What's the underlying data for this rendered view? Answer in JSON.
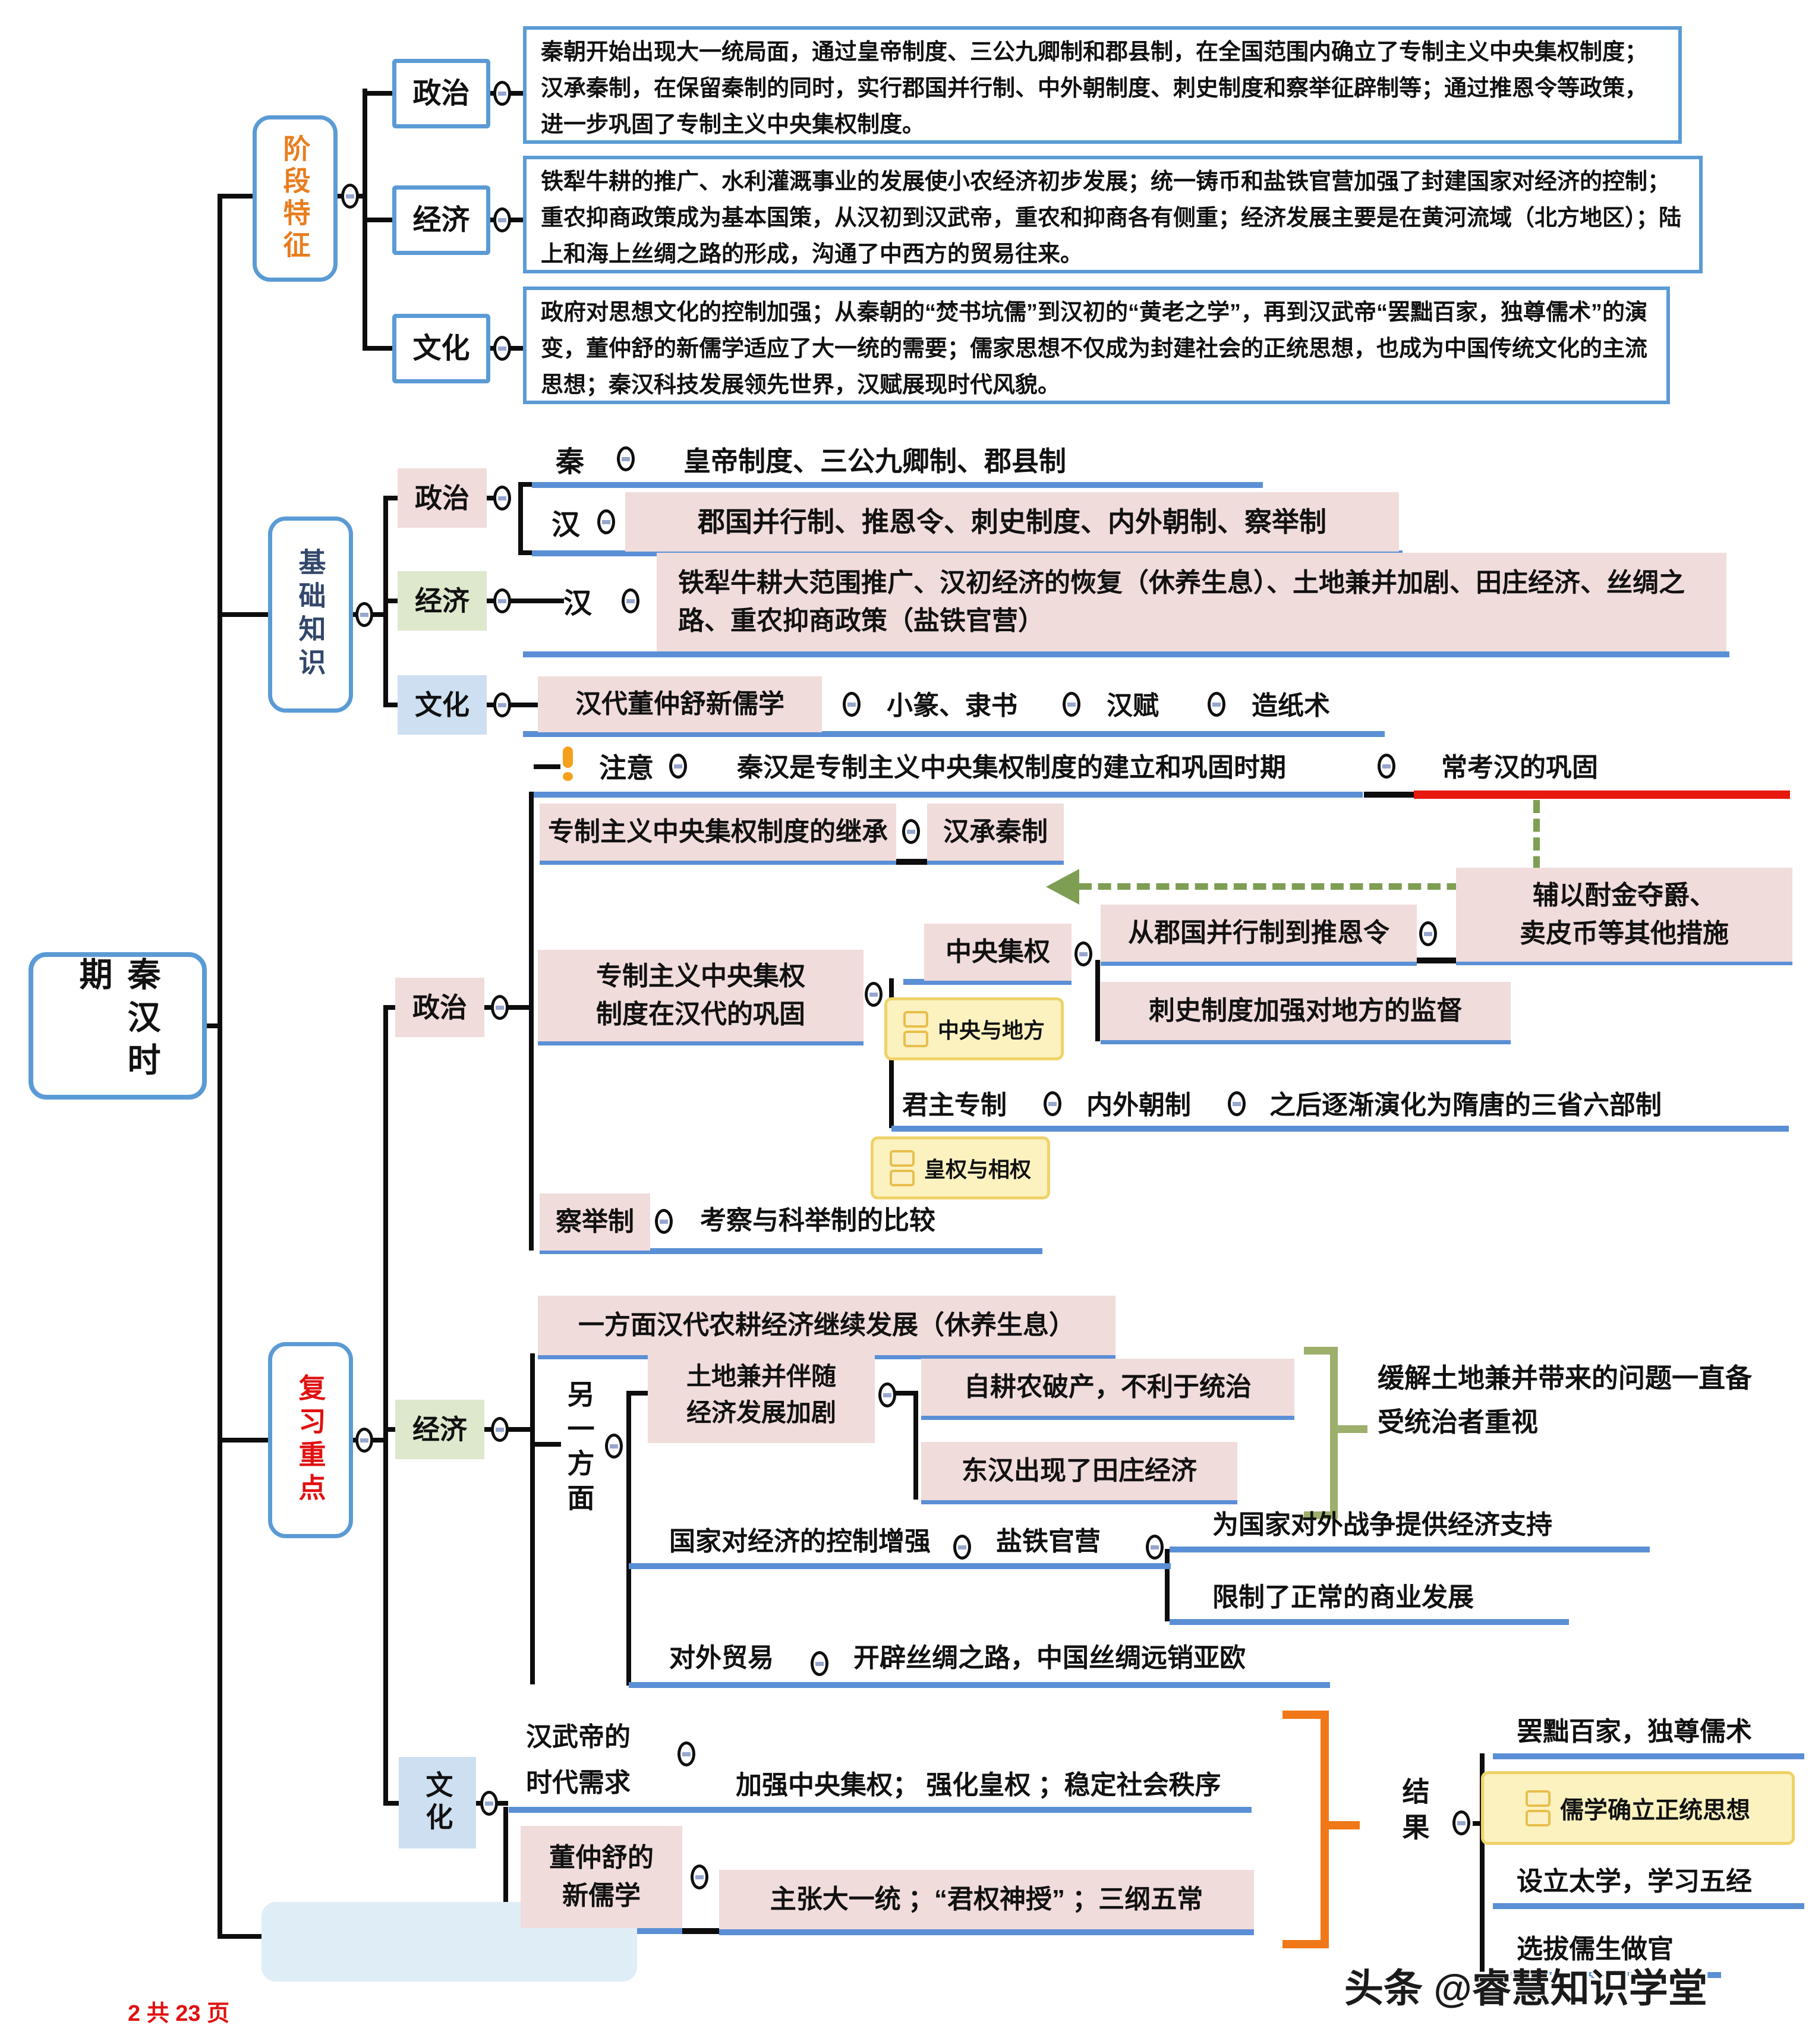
{
  "colors": {
    "node_border_blue": "#5B9BD5",
    "underline_blue": "#5B8FD5",
    "pink_fill": "#F0DCDB",
    "green_fill": "#DDE8CD",
    "lightblue_fill": "#CDDFF1",
    "yellow_callout": "#FBF2C0",
    "orange_accent": "#F07818",
    "red_accent": "#E8190F",
    "olive_green": "#7E9E53",
    "black_line": "#0d0d0d"
  },
  "root": {
    "title": "秦汉时期"
  },
  "footer": {
    "page": "2 共 23 页",
    "watermark": "头条 @睿慧知识学堂"
  },
  "stage": {
    "title": "阶段特征",
    "politics": {
      "label": "政治",
      "desc": "秦朝开始出现大一统局面，通过皇帝制度、三公九卿制和郡县制，在全国范围内确立了专制主义中央集权制度；汉承秦制，在保留秦制的同时，实行郡国并行制、中外朝制度、刺史制度和察举征辟制等；通过推恩令等政策，进一步巩固了专制主义中央集权制度。"
    },
    "economy": {
      "label": "经济",
      "desc": "铁犁牛耕的推广、水利灌溉事业的发展使小农经济初步发展；统一铸币和盐铁官营加强了封建国家对经济的控制；重农抑商政策成为基本国策，从汉初到汉武帝，重农和抑商各有侧重；经济发展主要是在黄河流域（北方地区）；陆上和海上丝绸之路的形成，沟通了中西方的贸易往来。"
    },
    "culture": {
      "label": "文化",
      "desc": "政府对思想文化的控制加强；从秦朝的“焚书坑儒”到汉初的“黄老之学”，再到汉武帝“罢黜百家，独尊儒术”的演变，董仲舒的新儒学适应了大一统的需要；儒家思想不仅成为封建社会的正统思想，也成为中国传统文化的主流思想；秦汉科技发展领先世界，汉赋展现时代风貌。"
    }
  },
  "basics": {
    "title": "基础知识",
    "politics": {
      "label": "政治",
      "qin": {
        "label": "秦",
        "items": "皇帝制度、三公九卿制、郡县制"
      },
      "han": {
        "label": "汉",
        "items": "郡国并行制、推恩令、刺史制度、内外朝制、察举制"
      }
    },
    "economy": {
      "label": "经济",
      "han": {
        "label": "汉",
        "items": "铁犁牛耕大范围推广、汉初经济的恢复（休养生息）、土地兼并加剧、田庄经济、丝绸之路、重农抑商政策（盐铁官营）"
      }
    },
    "culture": {
      "label": "文化",
      "confucian": "汉代董仲舒新儒学",
      "scripts": "小篆、隶书",
      "fu": "汉赋",
      "paper": "造纸术"
    }
  },
  "review": {
    "title": "复习重点",
    "note": {
      "label": "注意",
      "text": "秦汉是专制主义中央集权制度的建立和巩固时期",
      "highlight": "常考汉的巩固"
    },
    "inherit": {
      "label": "专制主义中央集权制度的继承",
      "value": "汉承秦制"
    },
    "politics": {
      "label": "政治",
      "consolidation": "专制主义中央集权\n制度在汉代的巩固",
      "central": {
        "label": "中央集权",
        "item1": "从郡国并行制到推恩令",
        "item1_note": "辅以酎金夺爵、\n卖皮币等其他措施",
        "item2": "刺史制度加强对地方的监督",
        "callout": "中央与地方"
      },
      "monarchy": {
        "label": "君主专制",
        "item": "内外朝制",
        "note": "之后逐渐演化为隋唐的三省六部制",
        "callout": "皇权与相权"
      },
      "chaju": {
        "label": "察举制",
        "note": "考察与科举制的比较"
      }
    },
    "economy": {
      "label": "经济",
      "aspect1": "一方面汉代农耕经济继续发展（休养生息）",
      "aspect2": "另一方面",
      "land": {
        "label": "土地兼并伴随\n经济发展加剧",
        "item1": "自耕农破产，不利于统治",
        "item2": "东汉出现了田庄经济",
        "note": "缓解土地兼并带来的问题一直备\n受统治者重视"
      },
      "control": {
        "label": "国家对经济的控制增强",
        "item": "盐铁官营",
        "note1": "为国家对外战争提供经济支持",
        "note2": "限制了正常的商业发展"
      },
      "trade": {
        "label": "对外贸易",
        "note": "开辟丝绸之路，中国丝绸远销亚欧"
      }
    },
    "culture": {
      "label": "文化",
      "need": {
        "label": "汉武帝的\n时代需求",
        "items": "加强中央集权；  强化皇权  ；稳定社会秩序"
      },
      "dong": {
        "label": "董仲舒的\n新儒学",
        "items": "主张大一统 ；“君权神授” ；三纲五常"
      },
      "result": {
        "label": "结果",
        "item1": "罢黜百家，独尊儒术",
        "callout": "儒学确立正统思想",
        "item2": "设立太学，学习五经",
        "item3": "选拔儒生做官"
      }
    }
  }
}
